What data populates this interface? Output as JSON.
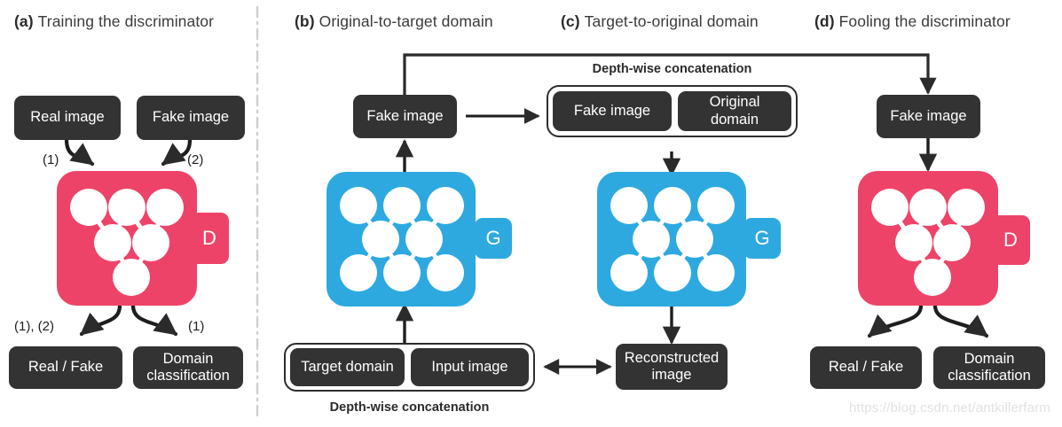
{
  "figure": {
    "background": "#ffffff",
    "colors": {
      "discriminator": "#ee4368",
      "generator": "#2ea9e0",
      "box_dark": "#333333",
      "arrow": "#2b2b2b",
      "divider": "#cccccc"
    },
    "watermark": "https://blog.csdn.net/antkillerfarm"
  },
  "panels": [
    {
      "id": "a",
      "tag": "(a)",
      "title": "Training the discriminator",
      "inputs": [
        {
          "label": "Real image",
          "step": "(1)"
        },
        {
          "label": "Fake image",
          "step": "(2)"
        }
      ],
      "network": {
        "type": "discriminator",
        "letter": "D",
        "layers": [
          3,
          2,
          1
        ]
      },
      "outputs": [
        {
          "label": "Real / Fake",
          "step": "(1), (2)"
        },
        {
          "label": "Domain classification",
          "step": "(1)"
        }
      ]
    },
    {
      "id": "b",
      "tag": "(b)",
      "title": "Original-to-target domain",
      "output_box": "Fake image",
      "network": {
        "type": "generator",
        "letter": "G",
        "layers": [
          3,
          2,
          3
        ]
      },
      "concat": {
        "label": "Depth-wise concatenation",
        "parts": [
          "Target domain",
          "Input image"
        ]
      }
    },
    {
      "id": "c",
      "tag": "(c)",
      "title": "Target-to-original domain",
      "concat": {
        "label": "Depth-wise concatenation",
        "parts": [
          "Fake image",
          "Original domain"
        ]
      },
      "network": {
        "type": "generator",
        "letter": "G",
        "layers": [
          3,
          2,
          3
        ]
      },
      "output_box": "Reconstructed image"
    },
    {
      "id": "d",
      "tag": "(d)",
      "title": "Fooling the discriminator",
      "input_box": "Fake image",
      "network": {
        "type": "discriminator",
        "letter": "D",
        "layers": [
          3,
          2,
          1
        ]
      },
      "outputs": [
        {
          "label": "Real / Fake"
        },
        {
          "label": "Domain classification"
        }
      ]
    }
  ],
  "labels": {
    "real_image": "Real image",
    "fake_image": "Fake image",
    "real_fake": "Real / Fake",
    "domain_classification_l1": "Domain",
    "domain_classification_l2": "classification",
    "target_domain": "Target domain",
    "input_image": "Input image",
    "original_domain_l1": "Original",
    "original_domain_l2": "domain",
    "reconstructed_l1": "Reconstructed",
    "reconstructed_l2": "image",
    "depthwise": "Depth-wise concatenation",
    "step_1": "(1)",
    "step_2": "(2)",
    "step_1_2": "(1), (2)",
    "letter_d": "D",
    "letter_g": "G"
  }
}
